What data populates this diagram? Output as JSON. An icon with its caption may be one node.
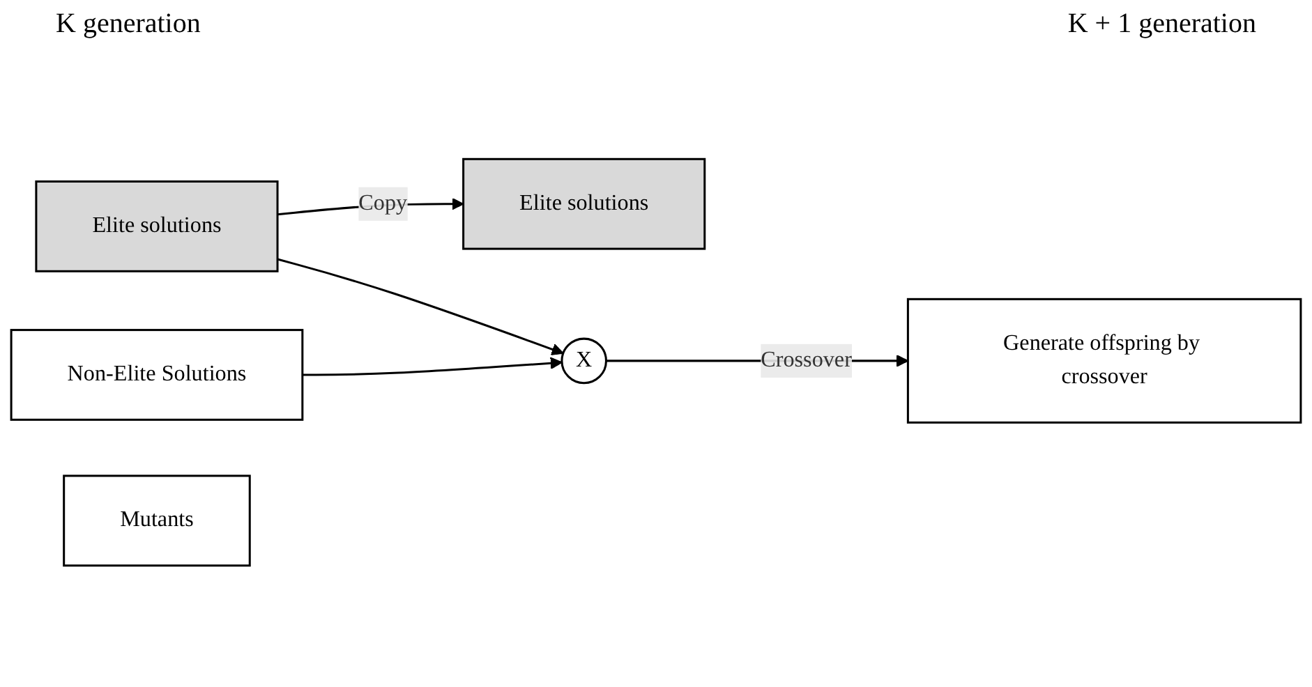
{
  "diagram": {
    "nodes": [
      {
        "text": [
          "Elite solutions"
        ]
      },
      {
        "text": [
          "Non-Elite Solutions"
        ]
      },
      {
        "text": [
          "X"
        ]
      },
      {
        "text": [
          "Elite solutions"
        ]
      },
      {
        "text": [
          "Generate offspring by crossover"
        ]
      },
      {
        "text": [
          "Mutants"
        ]
      }
    ],
    "edges": [
      {
        "from": 0,
        "to": 3,
        "arrow": "to",
        "label": "Copy"
      },
      {
        "from": 0,
        "to": 2,
        "arrow": "to"
      },
      {
        "from": 1,
        "to": 2,
        "arrow": "to"
      },
      {
        "from": 2,
        "to": 4,
        "arrow": "to",
        "label": "Crossover"
      }
    ],
    "labels": [
      "K generation",
      "K + 1 generation"
    ]
  }
}
